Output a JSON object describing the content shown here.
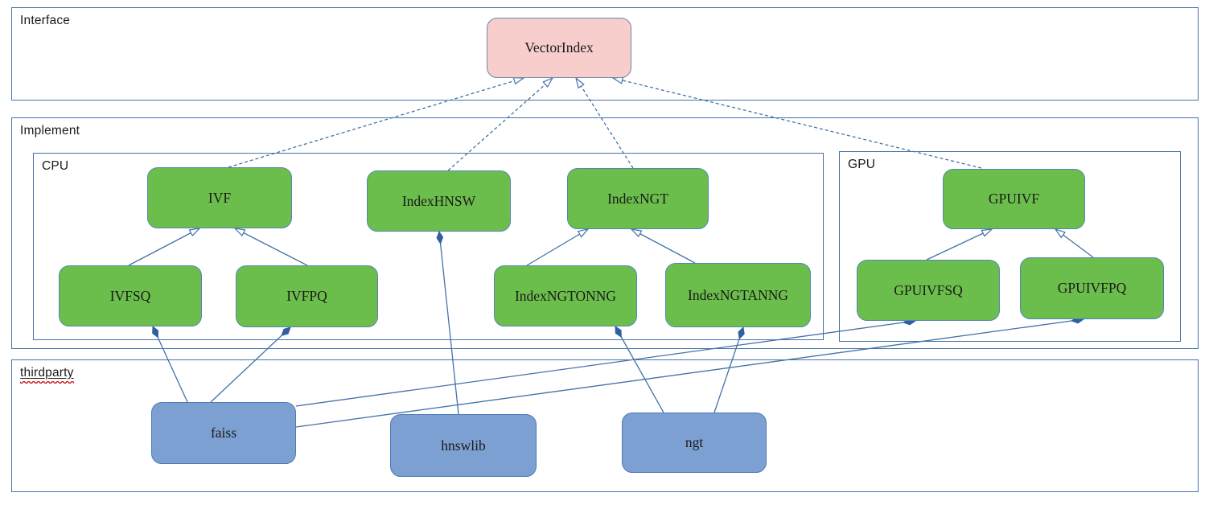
{
  "containers": [
    {
      "id": "interface",
      "label": "Interface"
    },
    {
      "id": "implement",
      "label": "Implement"
    },
    {
      "id": "cpu",
      "label": "CPU"
    },
    {
      "id": "gpu",
      "label": "GPU"
    },
    {
      "id": "thirdparty",
      "label": "thirdparty",
      "spellcheck_flagged": true
    }
  ],
  "nodes": [
    {
      "id": "vectorindex",
      "label": "VectorIndex",
      "kind": "interface",
      "group": "Interface"
    },
    {
      "id": "ivf",
      "label": "IVF",
      "kind": "implementation",
      "group": "CPU"
    },
    {
      "id": "indexhnsw",
      "label": "IndexHNSW",
      "kind": "implementation",
      "group": "CPU"
    },
    {
      "id": "indexngt",
      "label": "IndexNGT",
      "kind": "implementation",
      "group": "CPU"
    },
    {
      "id": "gpuivf",
      "label": "GPUIVF",
      "kind": "implementation",
      "group": "GPU"
    },
    {
      "id": "ivfsq",
      "label": "IVFSQ",
      "kind": "implementation",
      "group": "CPU"
    },
    {
      "id": "ivfpq",
      "label": "IVFPQ",
      "kind": "implementation",
      "group": "CPU"
    },
    {
      "id": "indexngtonng",
      "label": "IndexNGTONNG",
      "kind": "implementation",
      "group": "CPU"
    },
    {
      "id": "indexngtanng",
      "label": "IndexNGTANNG",
      "kind": "implementation",
      "group": "CPU"
    },
    {
      "id": "gpuivfsq",
      "label": "GPUIVFSQ",
      "kind": "implementation",
      "group": "GPU"
    },
    {
      "id": "gpuivfpq",
      "label": "GPUIVFPQ",
      "kind": "implementation",
      "group": "GPU"
    },
    {
      "id": "faiss",
      "label": "faiss",
      "kind": "library",
      "group": "thirdparty"
    },
    {
      "id": "hnswlib",
      "label": "hnswlib",
      "kind": "library",
      "group": "thirdparty"
    },
    {
      "id": "ngt",
      "label": "ngt",
      "kind": "library",
      "group": "thirdparty"
    }
  ],
  "edges": [
    {
      "from": "IVF",
      "to": "VectorIndex",
      "type": "realization-dashed-hollow-arrow"
    },
    {
      "from": "IndexHNSW",
      "to": "VectorIndex",
      "type": "realization-dashed-hollow-arrow"
    },
    {
      "from": "IndexNGT",
      "to": "VectorIndex",
      "type": "realization-dashed-hollow-arrow"
    },
    {
      "from": "GPUIVF",
      "to": "VectorIndex",
      "type": "realization-dashed-hollow-arrow"
    },
    {
      "from": "IVFSQ",
      "to": "IVF",
      "type": "generalization-hollow-arrow"
    },
    {
      "from": "IVFPQ",
      "to": "IVF",
      "type": "generalization-hollow-arrow"
    },
    {
      "from": "IndexNGTONNG",
      "to": "IndexNGT",
      "type": "generalization-hollow-arrow"
    },
    {
      "from": "IndexNGTANNG",
      "to": "IndexNGT",
      "type": "generalization-hollow-arrow"
    },
    {
      "from": "GPUIVFSQ",
      "to": "GPUIVF",
      "type": "generalization-hollow-arrow"
    },
    {
      "from": "GPUIVFPQ",
      "to": "GPUIVF",
      "type": "generalization-hollow-arrow"
    },
    {
      "from": "faiss",
      "to": "IVFSQ",
      "type": "composition-filled-diamond"
    },
    {
      "from": "faiss",
      "to": "IVFPQ",
      "type": "composition-filled-diamond"
    },
    {
      "from": "faiss",
      "to": "GPUIVFSQ",
      "type": "composition-filled-diamond"
    },
    {
      "from": "faiss",
      "to": "GPUIVFPQ",
      "type": "composition-filled-diamond"
    },
    {
      "from": "hnswlib",
      "to": "IndexHNSW",
      "type": "composition-filled-diamond"
    },
    {
      "from": "ngt",
      "to": "IndexNGTONNG",
      "type": "composition-filled-diamond"
    },
    {
      "from": "ngt",
      "to": "IndexNGTANNG",
      "type": "composition-filled-diamond"
    }
  ],
  "colors": {
    "container_border": "#4472a8",
    "implementation_fill": "#6bbe4b",
    "library_fill": "#7da0d2",
    "interface_fill": "#f8cecc",
    "connector": "#4472a8",
    "composition_diamond": "#2e5fa3",
    "spellcheck_squiggle": "#cc1a1a"
  }
}
